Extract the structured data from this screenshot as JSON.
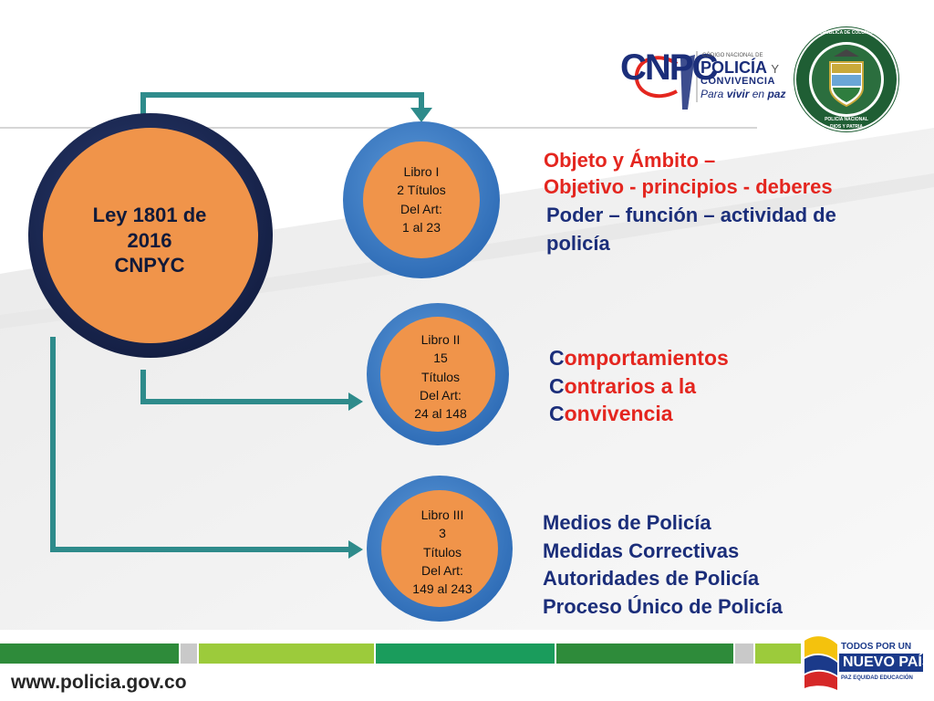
{
  "logo": {
    "cnpc_letters": "CNPC",
    "small_line": "CÓDIGO NACIONAL DE",
    "policia": "POLICÍA",
    "y": "Y",
    "convivencia": "CONVIVENCIA",
    "slogan_para": "Para",
    "slogan_vivir": "vivir",
    "slogan_en": "en",
    "slogan_paz": "paz"
  },
  "seal": {
    "top": "REPÚBLICA DE COLOMBIA",
    "middle": "POLICÍA NACIONAL",
    "bottom": "DIOS Y PATRIA"
  },
  "main_circle": {
    "line1": "Ley 1801 de",
    "line2": "2016",
    "line3": "CNPYC"
  },
  "books": [
    {
      "lines": [
        "Libro I",
        "2 Títulos",
        "Del Art:",
        "1 al 23"
      ]
    },
    {
      "lines": [
        "Libro II",
        "15",
        "Títulos",
        "Del Art:",
        "24 al 148"
      ]
    },
    {
      "lines": [
        "Libro III",
        "3",
        "Títulos",
        "Del Art:",
        "149 al 243"
      ]
    }
  ],
  "book1_text": {
    "red1": "Objeto y Ámbito –",
    "red2": "Objetivo -  principios - deberes",
    "blue1": "Poder – función – actividad de",
    "blue2": "policía"
  },
  "book2_text": {
    "l1_cap": "C",
    "l1_rest": "omportamientos",
    "l2_cap": "C",
    "l2_rest": "ontrarios a la",
    "l3_cap": "C",
    "l3_rest": "onvivencia"
  },
  "book3_text": {
    "items": [
      "Medios de Policía",
      "Medidas Correctivas",
      "Autoridades de Policía",
      "Proceso Único de Policía"
    ]
  },
  "footer": {
    "url": "www.policia.gov.co",
    "gov_line1": "TODOS POR UN",
    "gov_line2": "NUEVO PAÍS",
    "gov_line3": "PAZ  EQUIDAD  EDUCACIÓN"
  },
  "colors": {
    "orange": "#f0944a",
    "navy_ring": "#1c2b57",
    "blue_ring": "#3b7dc7",
    "teal_arrow": "#2e8b8b",
    "red_text": "#e4261f",
    "blue_text": "#1b2e7a",
    "stripe_dark_green": "#2e8b3a",
    "stripe_light_green": "#9ccb3b",
    "stripe_grey": "#c9c9c9"
  }
}
